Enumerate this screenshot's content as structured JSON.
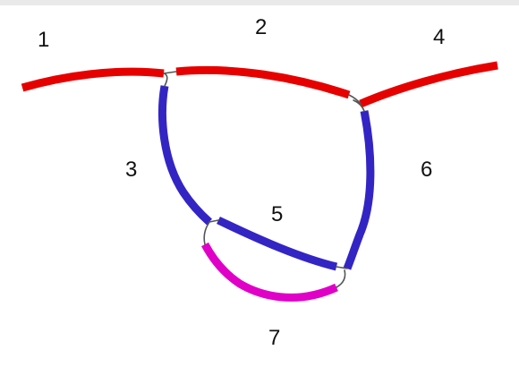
{
  "colors": {
    "red": "#e60000",
    "blue": "#3325c4",
    "magenta": "#e000c8"
  },
  "segments": [
    {
      "id": "1",
      "label": "1",
      "color": "red"
    },
    {
      "id": "2",
      "label": "2",
      "color": "red"
    },
    {
      "id": "3",
      "label": "3",
      "color": "blue"
    },
    {
      "id": "4",
      "label": "4",
      "color": "red"
    },
    {
      "id": "5",
      "label": "5",
      "color": "blue"
    },
    {
      "id": "6",
      "label": "6",
      "color": "blue"
    },
    {
      "id": "7",
      "label": "7",
      "color": "magenta"
    }
  ]
}
